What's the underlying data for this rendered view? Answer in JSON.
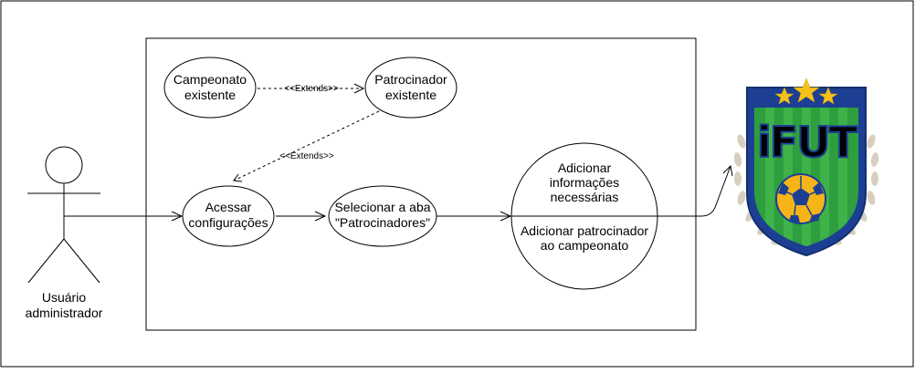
{
  "actor": {
    "name_line1": "Usuário",
    "name_line2": "administrador"
  },
  "use_cases": {
    "campeonato_existente": {
      "line1": "Campeonato",
      "line2": "existente"
    },
    "patrocinador_existente": {
      "line1": "Patrocinador",
      "line2": "existente"
    },
    "acessar_configuracoes": {
      "line1": "Acessar",
      "line2": "configurações"
    },
    "selecionar_aba": {
      "line1": "Selecionar a aba",
      "line2": "\"Patrocinadores\""
    },
    "adicionar": {
      "line1": "Adicionar",
      "line2": "informações",
      "line3": "necessárias",
      "line4": "Adicionar patrocinador",
      "line5": "ao campeonato"
    }
  },
  "relations": {
    "extends_top": "<<Extends>>",
    "extends_diagonal": "<<Extends>>"
  },
  "logo": {
    "text": "iFUT",
    "colors": {
      "shield_blue": "#1c3f94",
      "shield_green": "#2e9e3e",
      "star_yellow": "#f6c21a",
      "ball_yellow": "#f5b417",
      "ball_blue": "#1c3f94",
      "laurel": "#d8cfc0"
    }
  }
}
